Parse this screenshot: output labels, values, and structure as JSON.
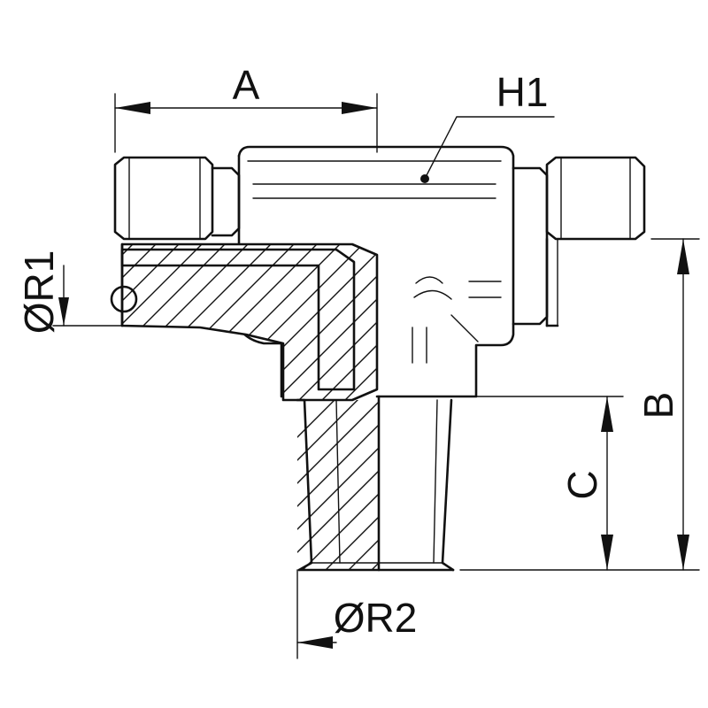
{
  "labels": {
    "dim_a": "A",
    "part_h1": "H1",
    "dim_r1": "ØR1",
    "dim_b": "B",
    "dim_c": "C",
    "dim_r2": "ØR2"
  }
}
